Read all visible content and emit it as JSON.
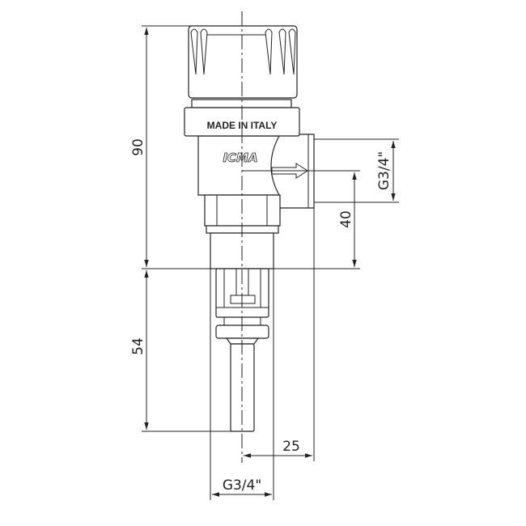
{
  "drawing": {
    "dimensions": {
      "overall_height": "90",
      "outlet_height": "40",
      "inlet_length": "54",
      "outlet_offset": "25",
      "outlet_thread": "G3/4\"",
      "inlet_thread": "G3/4\""
    },
    "body_label": "MADE IN ITALY",
    "logo_text": "ICMA",
    "line_color": "#222222"
  }
}
